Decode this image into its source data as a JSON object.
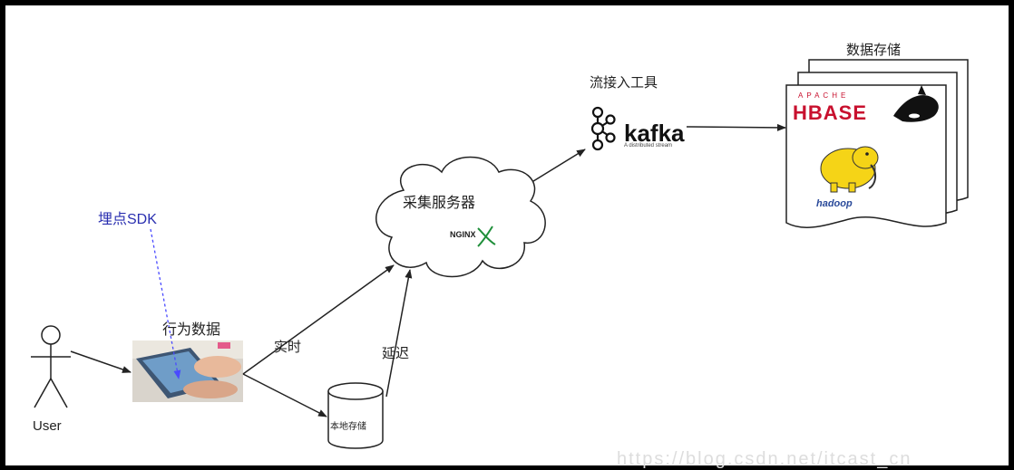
{
  "labels": {
    "sdk": "埋点SDK",
    "behavior": "行为数据",
    "realtime": "实时",
    "delay": "延迟",
    "user": "User",
    "collect_server": "采集服务器",
    "nginx": "NGINX",
    "stream_tool": "流接入工具",
    "storage": "数据存储",
    "local_storage": "本地存储",
    "kafka": "kafka",
    "kafka_sub": "A distributed stream",
    "hbase": "HBASE",
    "apache": "APACHE",
    "hadoop": "hadoop",
    "watermark": "https://blog.csdn.net/itcast_cn"
  },
  "colors": {
    "line": "#222222",
    "sdk_text": "#2a2fb0",
    "sdk_dash": "#4a4aff",
    "hbase_red": "#c8102e",
    "hadoop_yellow": "#f5d417",
    "hadoop_blue": "#2a4a9a"
  },
  "icons": [
    "user-stick-figure-icon",
    "tablet-photo-icon",
    "cloud-icon",
    "nginx-logo-icon",
    "database-cylinder-icon",
    "kafka-logo-icon",
    "hbase-logo-icon",
    "orca-icon",
    "hadoop-elephant-icon",
    "document-stack-icon"
  ]
}
